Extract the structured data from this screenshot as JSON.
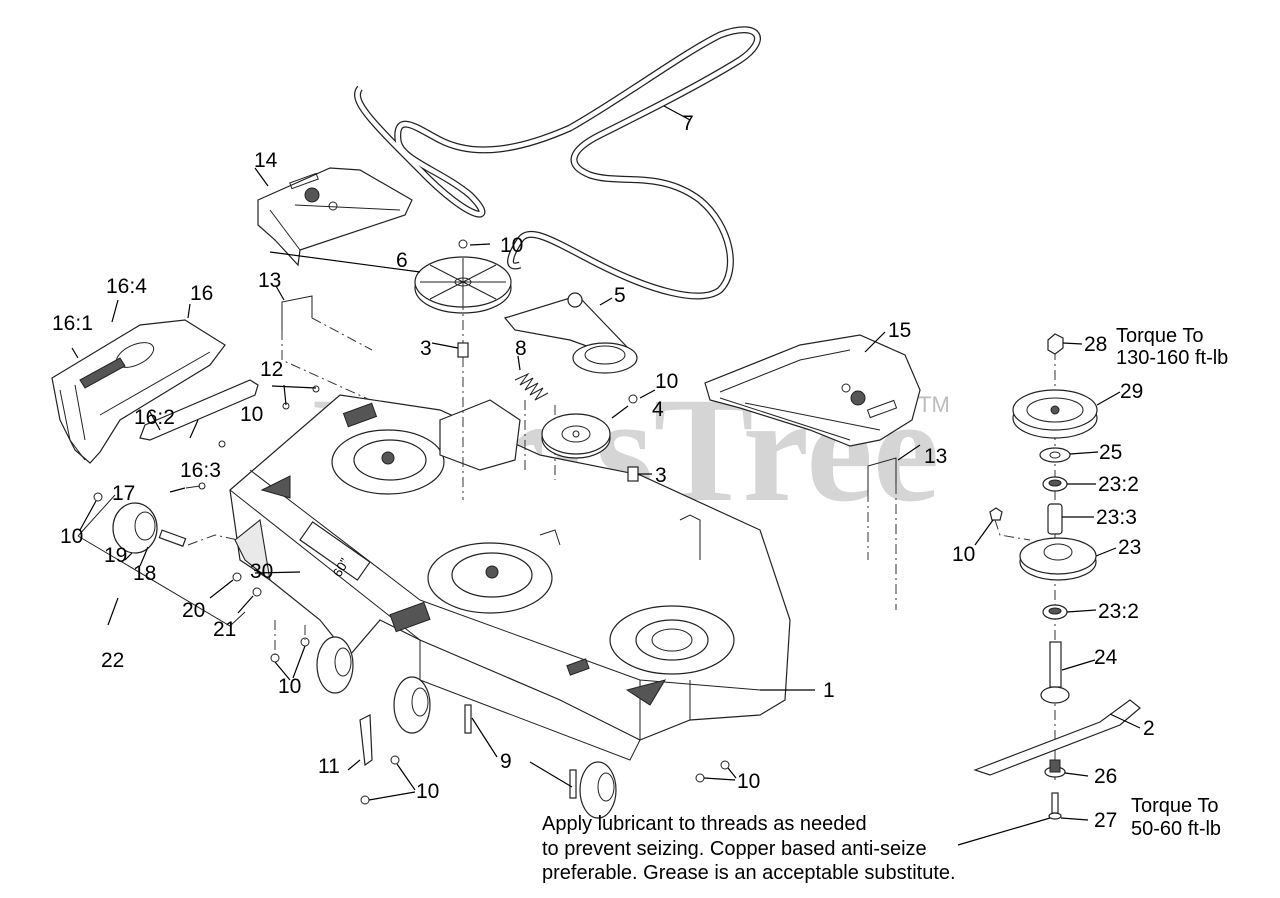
{
  "diagram": {
    "type": "exploded-parts-diagram",
    "subject": "Mower deck assembly (60\" deck)",
    "watermark": {
      "text": "PartsTree",
      "trademark": "TM"
    },
    "callouts": [
      {
        "id": "c1",
        "label": "1"
      },
      {
        "id": "c2",
        "label": "2"
      },
      {
        "id": "c3a",
        "label": "3"
      },
      {
        "id": "c3b",
        "label": "3"
      },
      {
        "id": "c4",
        "label": "4"
      },
      {
        "id": "c5",
        "label": "5"
      },
      {
        "id": "c6",
        "label": "6"
      },
      {
        "id": "c7",
        "label": "7"
      },
      {
        "id": "c8",
        "label": "8"
      },
      {
        "id": "c9",
        "label": "9"
      },
      {
        "id": "c10a",
        "label": "10"
      },
      {
        "id": "c10b",
        "label": "10"
      },
      {
        "id": "c10c",
        "label": "10"
      },
      {
        "id": "c10d",
        "label": "10"
      },
      {
        "id": "c10e",
        "label": "10"
      },
      {
        "id": "c10f",
        "label": "10"
      },
      {
        "id": "c10g",
        "label": "10"
      },
      {
        "id": "c10h",
        "label": "10"
      },
      {
        "id": "c11",
        "label": "11"
      },
      {
        "id": "c12",
        "label": "12"
      },
      {
        "id": "c13a",
        "label": "13"
      },
      {
        "id": "c13b",
        "label": "13"
      },
      {
        "id": "c14",
        "label": "14"
      },
      {
        "id": "c15",
        "label": "15"
      },
      {
        "id": "c16",
        "label": "16"
      },
      {
        "id": "c16_1",
        "label": "16:1"
      },
      {
        "id": "c16_2",
        "label": "16:2"
      },
      {
        "id": "c16_3",
        "label": "16:3"
      },
      {
        "id": "c16_4",
        "label": "16:4"
      },
      {
        "id": "c17",
        "label": "17"
      },
      {
        "id": "c18",
        "label": "18"
      },
      {
        "id": "c19",
        "label": "19"
      },
      {
        "id": "c20",
        "label": "20"
      },
      {
        "id": "c21",
        "label": "21"
      },
      {
        "id": "c22",
        "label": "22"
      },
      {
        "id": "c23",
        "label": "23"
      },
      {
        "id": "c23_2a",
        "label": "23:2"
      },
      {
        "id": "c23_2b",
        "label": "23:2"
      },
      {
        "id": "c23_3",
        "label": "23:3"
      },
      {
        "id": "c24",
        "label": "24"
      },
      {
        "id": "c25",
        "label": "25"
      },
      {
        "id": "c26",
        "label": "26"
      },
      {
        "id": "c27",
        "label": "27"
      },
      {
        "id": "c28",
        "label": "28"
      },
      {
        "id": "c29",
        "label": "29"
      },
      {
        "id": "c30",
        "label": "30"
      }
    ],
    "torque_notes": {
      "upper": {
        "line1": "Torque To",
        "line2": "130-160 ft-lb",
        "applies_to": "28"
      },
      "lower": {
        "line1": "Torque To",
        "line2": "50-60 ft-lb",
        "applies_to": "27"
      }
    },
    "lubricant_note": {
      "line1": "Apply lubricant to threads as needed",
      "line2": "to prevent seizing. Copper based anti-seize",
      "line3": "preferable. Grease is an acceptable substitute."
    },
    "deck_badge": "60\""
  }
}
